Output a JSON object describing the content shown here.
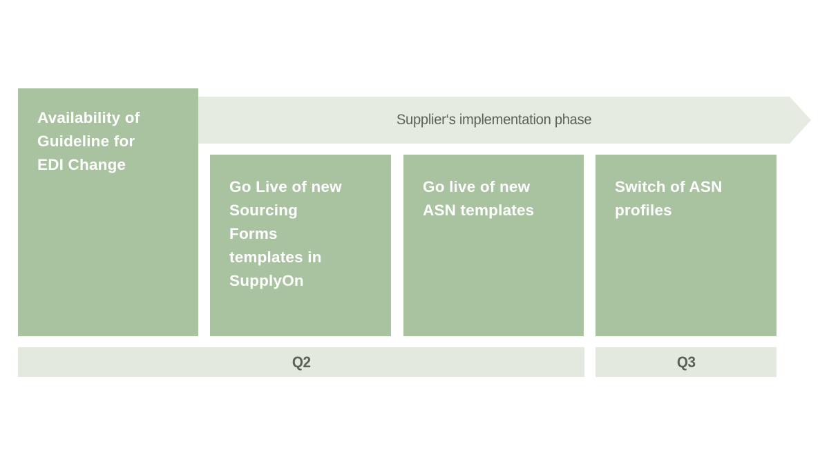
{
  "diagram": {
    "milestone": {
      "label": "Availability of\nGuideline for\nEDI Change"
    },
    "arrow": {
      "label": "Supplier‘s implementation phase"
    },
    "phases": [
      {
        "label": "Go Live of new\nSourcing\nForms\ntemplates in\nSupplyOn"
      },
      {
        "label": "Go live of new\nASN templates"
      },
      {
        "label": "Switch of ASN\nprofiles"
      }
    ],
    "quarters": [
      {
        "label": "Q2"
      },
      {
        "label": "Q3"
      }
    ],
    "colors": {
      "box_green": "#a9c3a1",
      "band_light": "#e6ebe2",
      "bar_light": "#e4e9e0",
      "text_dark": "#5a6156",
      "text_white": "#ffffff"
    }
  }
}
